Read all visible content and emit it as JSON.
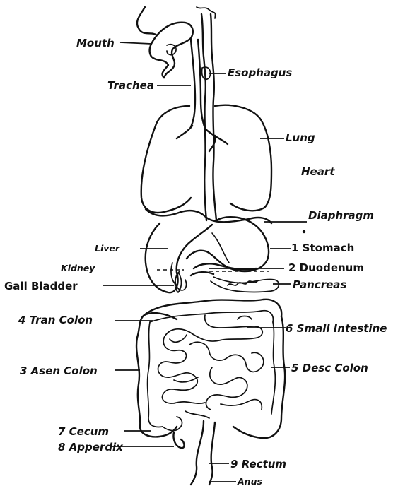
{
  "labels": {
    "mouth": "Mouth",
    "esophagus": "Esophagus",
    "trachea": "Trachea",
    "lung": "Lung",
    "heart": "Heart",
    "diaphragm": "Diaphragm",
    "liver": "Liver",
    "stomach": "1 Stomach",
    "kidney": "Kidney",
    "duodenum": "2 Duodenum",
    "gall_bladder": "Gall Bladder",
    "pancreas": "Pancreas",
    "tran_colon": "4 Tran Colon",
    "small_intestine": "6 Small Intestine",
    "asen_colon": "3 Asen Colon",
    "desc_colon": "5 Desc Colon",
    "cecum": "7 Cecum",
    "appendix": "8 Apperdix",
    "rectum": "9 Rectum",
    "anus": "Anus"
  }
}
